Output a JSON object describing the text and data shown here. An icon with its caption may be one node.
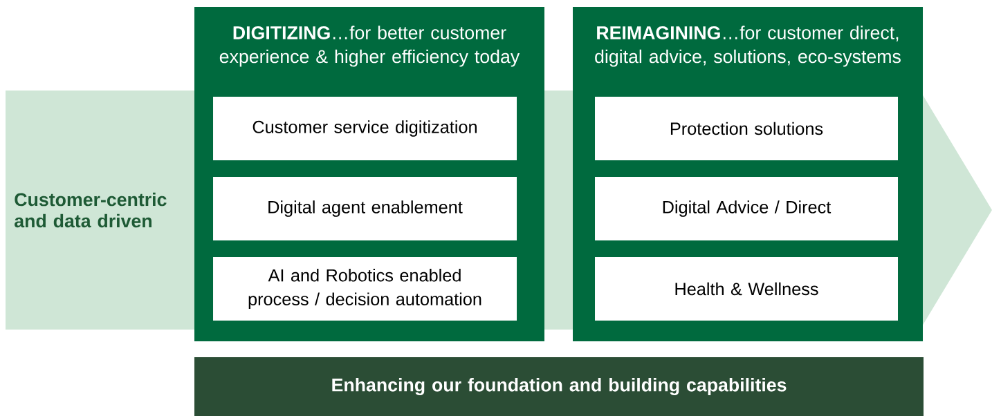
{
  "diagram": {
    "nodes": [
      {
        "text": [
          "Customer-centric and data driven"
        ]
      },
      {
        "text": [
          "**DIGITIZING**…for better customer experience & higher efficiency today"
        ]
      },
      {
        "text": [
          "Customer service digitization"
        ]
      },
      {
        "text": [
          "Digital agent enablement"
        ]
      },
      {
        "text": [
          "AI and Robotics enabled process / decision automation"
        ]
      },
      {
        "text": [
          "**REIMAGINING**…for customer direct, digital advice, solutions, eco-systems"
        ]
      },
      {
        "text": [
          "Protection solutions"
        ]
      },
      {
        "text": [
          "Digital Advice / Direct"
        ]
      },
      {
        "text": [
          "Health & Wellness"
        ]
      },
      {
        "text": [
          "Enhancing our foundation and building capabilities"
        ]
      }
    ]
  }
}
